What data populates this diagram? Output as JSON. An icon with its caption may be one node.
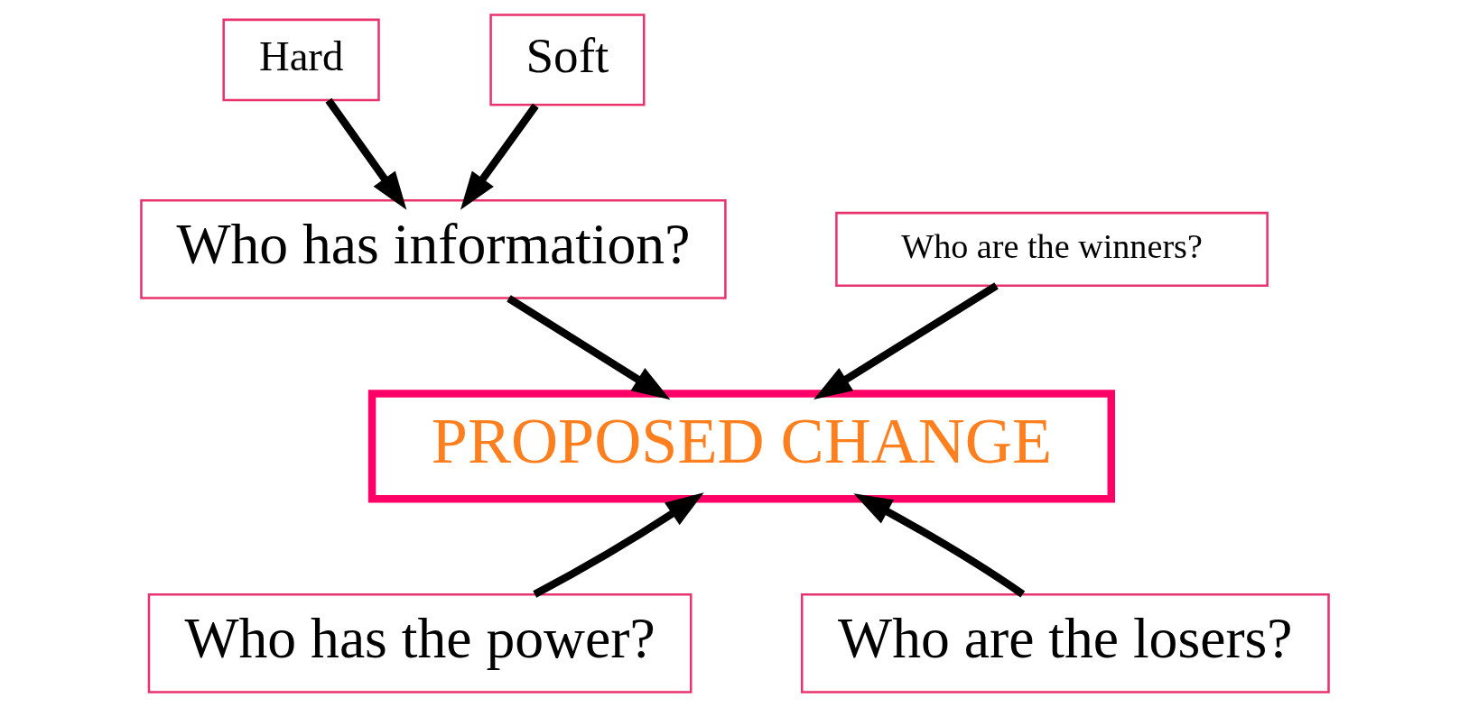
{
  "diagram": {
    "nodes": [
      {
        "text": [
          "Hard"
        ]
      },
      {
        "text": [
          "Soft"
        ]
      },
      {
        "text": [
          "Who are the winners?"
        ]
      },
      {
        "text": [
          "Who has information?"
        ]
      },
      {
        "text": [
          "PROPOSED CHANGE"
        ]
      },
      {
        "text": [
          "Who has the power?"
        ]
      },
      {
        "text": [
          "Who are the losers?"
        ]
      }
    ],
    "edges": [
      {
        "from": 0,
        "to": 3,
        "arrow": "to"
      },
      {
        "from": 1,
        "to": 3,
        "arrow": "to"
      },
      {
        "from": 2,
        "to": 4,
        "arrow": "to"
      },
      {
        "from": 3,
        "to": 4,
        "arrow": "to"
      },
      {
        "from": 5,
        "to": 4,
        "arrow": "to"
      },
      {
        "from": 6,
        "to": 4,
        "arrow": "to"
      }
    ]
  }
}
